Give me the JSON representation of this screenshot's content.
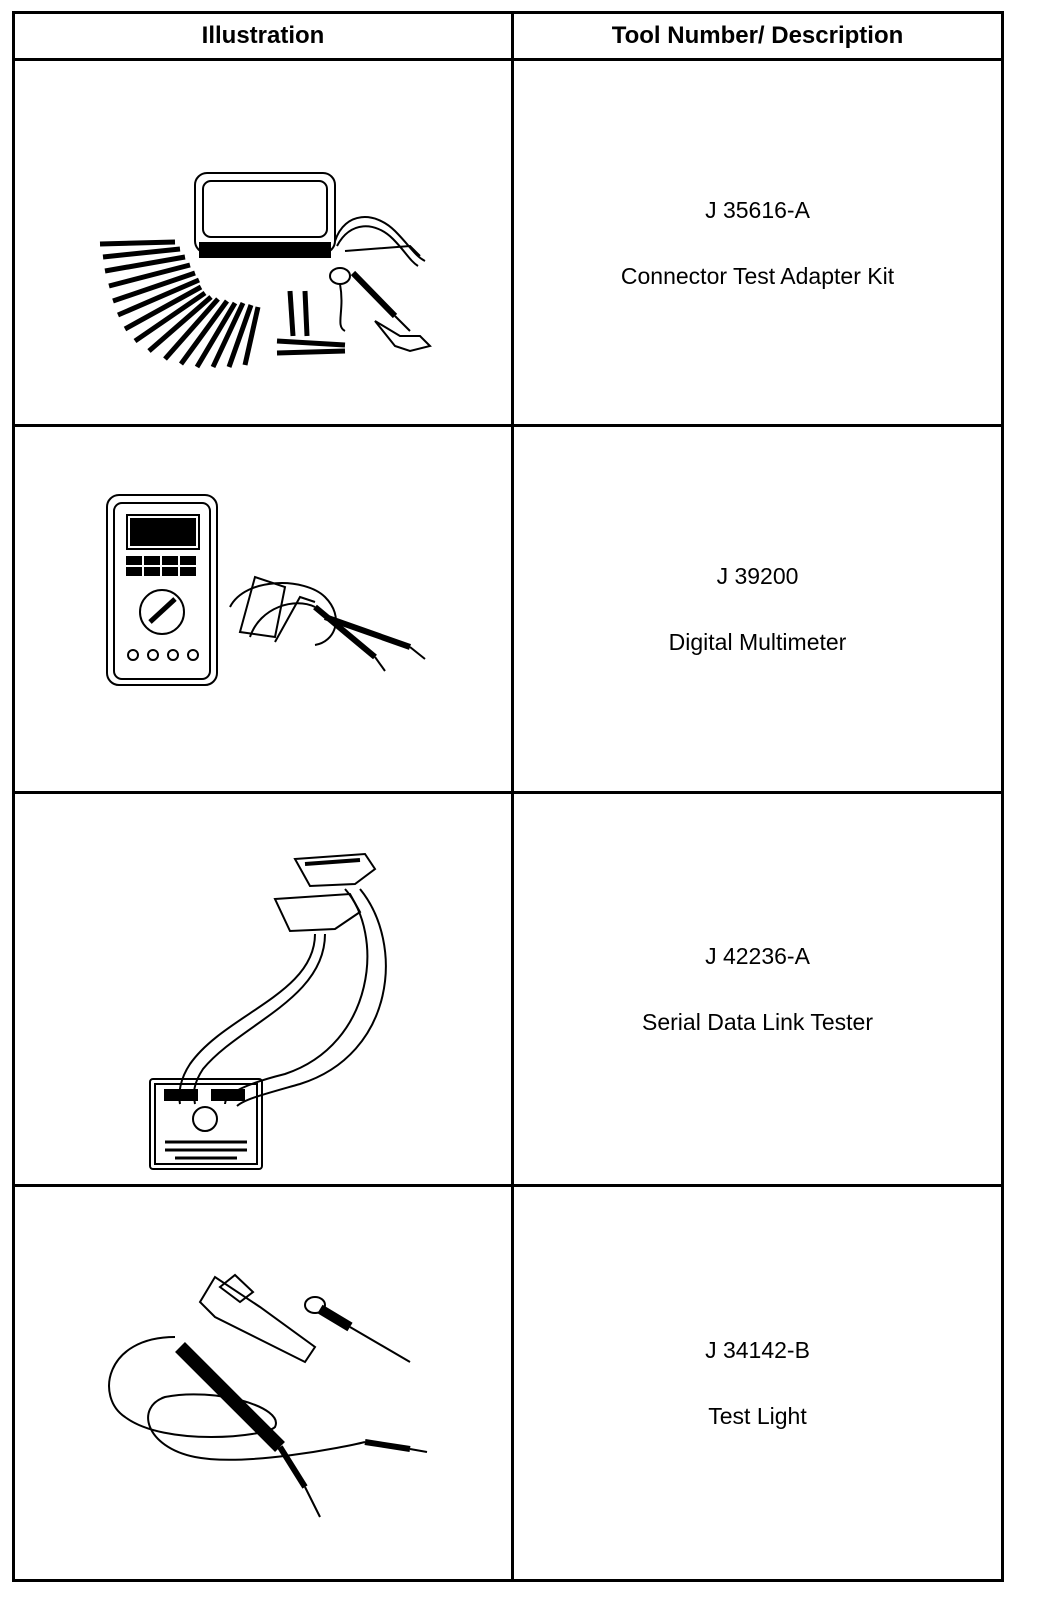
{
  "table": {
    "headers": {
      "illustration": "Illustration",
      "tool": "Tool Number/ Description"
    },
    "rows": [
      {
        "number": "J 35616-A",
        "description": "Connector Test Adapter Kit",
        "illustration_icon": "connector-test-adapter-kit-icon"
      },
      {
        "number": "J 39200",
        "description": "Digital Multimeter",
        "illustration_icon": "digital-multimeter-icon"
      },
      {
        "number": "J 42236-A",
        "description": "Serial Data Link Tester",
        "illustration_icon": "serial-data-link-tester-icon"
      },
      {
        "number": "J 34142-B",
        "description": "Test Light",
        "illustration_icon": "test-light-icon"
      }
    ]
  }
}
